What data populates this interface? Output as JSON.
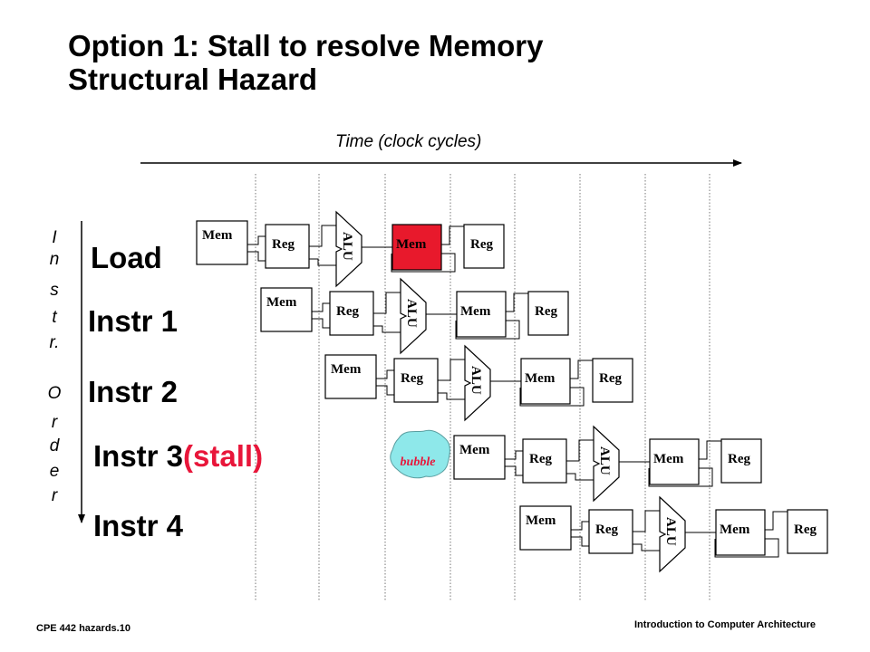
{
  "title": {
    "line1": "Option 1: Stall to resolve Memory",
    "line2": "Structural Hazard"
  },
  "time_axis_label": "Time (clock cycles)",
  "order_axis_letters": [
    "I",
    "n",
    "s",
    "t",
    "r.",
    "O",
    "r",
    "d",
    "e",
    "r"
  ],
  "instructions": [
    {
      "name": "Load",
      "suffix": ""
    },
    {
      "name": "Instr 1",
      "suffix": ""
    },
    {
      "name": "Instr 2",
      "suffix": ""
    },
    {
      "name": "Instr 3",
      "suffix": "(stall)"
    },
    {
      "name": "Instr 4",
      "suffix": ""
    }
  ],
  "stage_labels": {
    "mem": "Mem",
    "reg": "Reg",
    "alu": "ALU"
  },
  "bubble_label": "bubble",
  "colors": {
    "hazard_mem": "#e8192c",
    "bubble_fill": "#8ee8ea",
    "bubble_text": "#e8163a",
    "stall_text": "#e8163a"
  },
  "footer": {
    "left": "CPE 442 hazards.10",
    "right": "Introduction to Computer Architecture"
  }
}
